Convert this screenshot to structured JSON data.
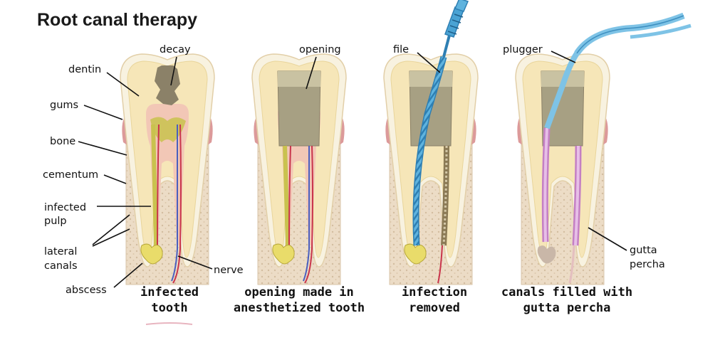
{
  "title": "Root canal therapy",
  "labels": {
    "decay": "decay",
    "dentin": "dentin",
    "gums": "gums",
    "bone": "bone",
    "cementum": "cementum",
    "infected_pulp_1": "infected",
    "infected_pulp_2": "pulp",
    "lateral_canals_1": "lateral",
    "lateral_canals_2": "canals",
    "abscess": "abscess",
    "nerve": "nerve",
    "opening": "opening",
    "file": "file",
    "plugger": "plugger",
    "gutta_percha_1": "gutta",
    "gutta_percha_2": "percha"
  },
  "captions": [
    [
      "infected",
      "tooth"
    ],
    [
      "opening made in",
      "anesthetized tooth"
    ],
    [
      "infection",
      "removed"
    ],
    [
      "canals filled with",
      "gutta percha"
    ]
  ],
  "colors": {
    "bone": "#ead9c3",
    "gum": "#dc9a9a",
    "enamel": "#f8f2e0",
    "dentin": "#f6e6b8",
    "decay": "#8b8168",
    "pulp": "#f2c7b6",
    "nerve_red": "#c9344b",
    "nerve_blue": "#4a5fbf",
    "infection": "#c9c24e",
    "instrument": "#4aa3d4",
    "gutta_percha": "#d9a6d9"
  }
}
